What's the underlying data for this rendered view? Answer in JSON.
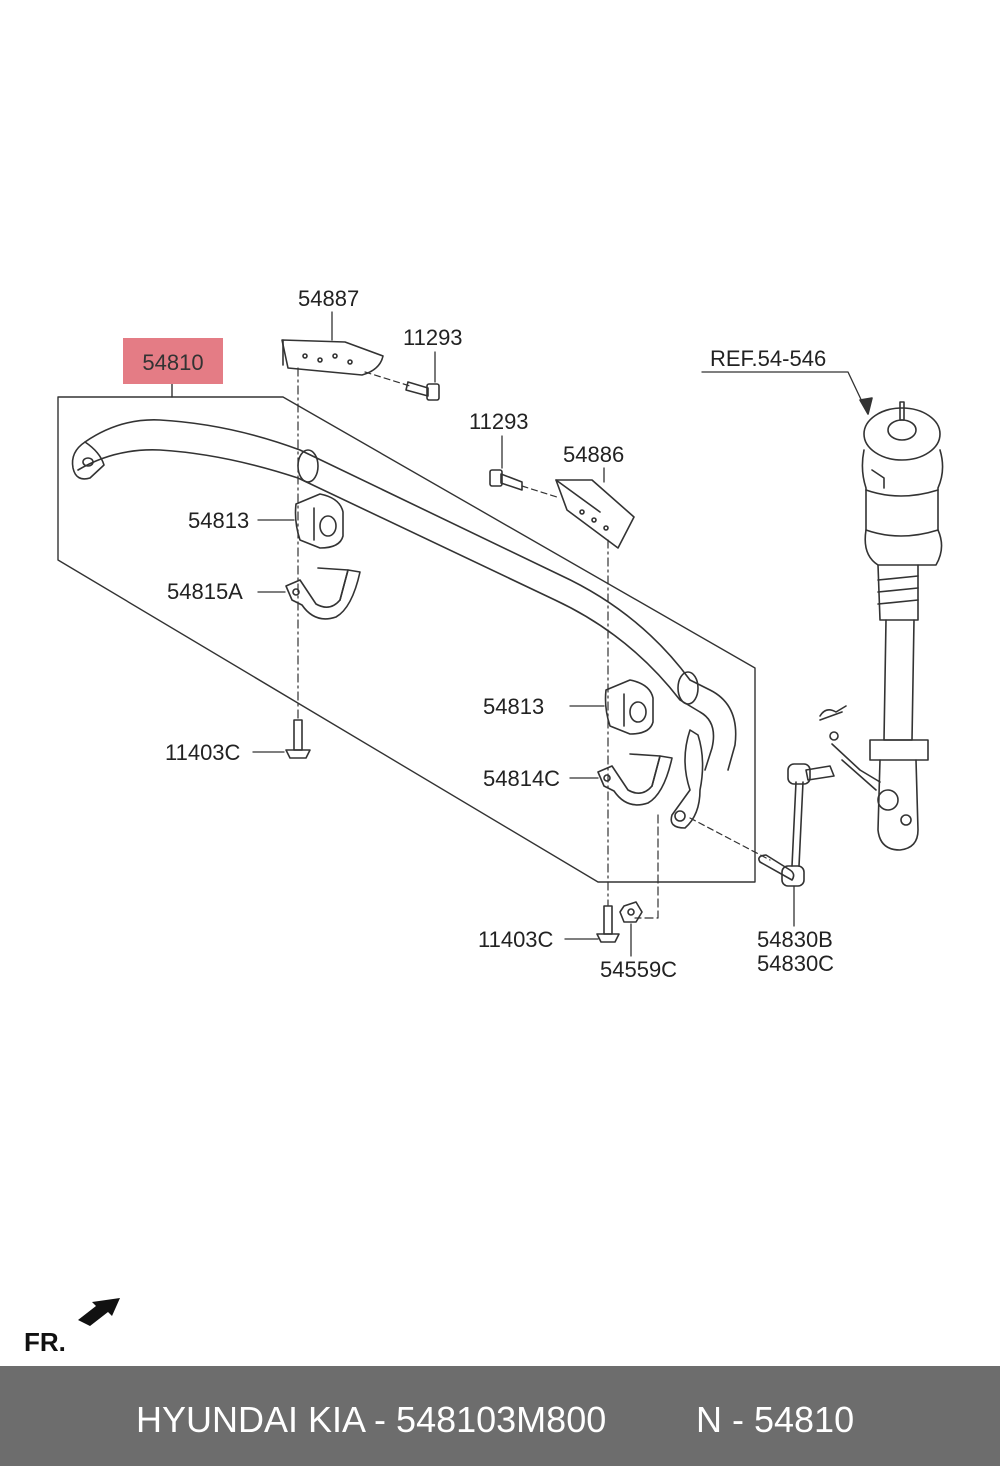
{
  "callouts": {
    "main_part": "54810",
    "bracket_left": "54887",
    "bolt_upper_left": "11293",
    "bolt_upper_right": "11293",
    "bracket_right": "54886",
    "bushing_left": "54813",
    "clamp_left": "54815A",
    "bolt_lower_left": "11403C",
    "bushing_right": "54813",
    "clamp_right": "54814C",
    "bolt_lower_right": "11403C",
    "nut": "54559C",
    "link_b": "54830B",
    "link_c": "54830C",
    "ref": "REF.54-546"
  },
  "direction": "FR.",
  "footer": {
    "brand": "HYUNDAI  KIA - 548103M800",
    "ref": "N - 54810"
  },
  "colors": {
    "highlight": "#e47c85",
    "footer_bg": "#6d6d6d",
    "line": "#333333"
  }
}
